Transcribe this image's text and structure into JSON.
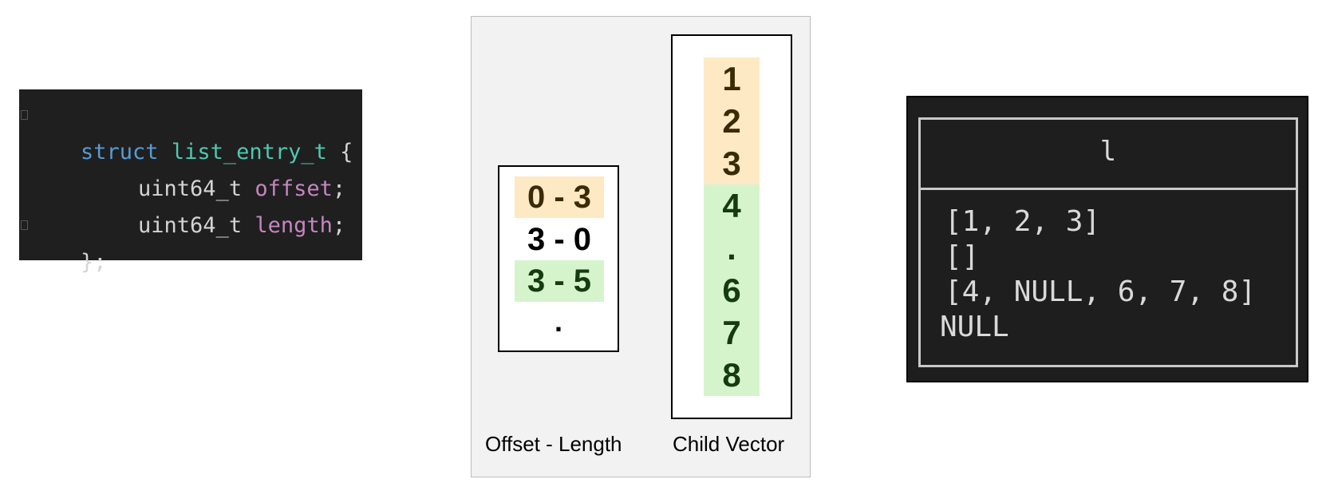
{
  "code": {
    "lines": [
      {
        "tokens": [
          {
            "cls": "kw",
            "t": "struct"
          },
          {
            "cls": "pl",
            "t": " "
          },
          {
            "cls": "ty",
            "t": "list_entry_t"
          },
          {
            "cls": "pl",
            "t": " {"
          }
        ]
      },
      {
        "tokens": [
          {
            "cls": "pl",
            "t": "uint64_t"
          },
          {
            "cls": "pl",
            "t": " "
          },
          {
            "cls": "id",
            "t": "offset"
          },
          {
            "cls": "pl",
            "t": ";"
          }
        ]
      },
      {
        "tokens": [
          {
            "cls": "pl",
            "t": "uint64_t"
          },
          {
            "cls": "pl",
            "t": " "
          },
          {
            "cls": "id",
            "t": "length"
          },
          {
            "cls": "pl",
            "t": ";"
          }
        ]
      },
      {
        "tokens": [
          {
            "cls": "pl",
            "t": "};"
          }
        ]
      }
    ]
  },
  "diagram": {
    "offsets": [
      {
        "text": "0 - 3",
        "color": "orange"
      },
      {
        "text": "3 - 0",
        "color": "plain"
      },
      {
        "text": "3 - 5",
        "color": "green"
      }
    ],
    "offset_ellipsis": ".",
    "child": [
      {
        "text": "1",
        "color": "orange"
      },
      {
        "text": "2",
        "color": "orange"
      },
      {
        "text": "3",
        "color": "orange"
      },
      {
        "text": "4",
        "color": "green"
      },
      {
        "text": ".",
        "color": "green"
      },
      {
        "text": "6",
        "color": "green"
      },
      {
        "text": "7",
        "color": "green"
      },
      {
        "text": "8",
        "color": "green"
      }
    ],
    "captions": {
      "offset": "Offset - Length",
      "child": "Child Vector"
    },
    "colors": {
      "orange": "#fde9c3",
      "green": "#d6f4cc"
    }
  },
  "terminal": {
    "header": "l",
    "rows": [
      "[1, 2, 3]",
      "[]",
      "[4, NULL, 6, 7, 8]",
      "NULL"
    ]
  }
}
